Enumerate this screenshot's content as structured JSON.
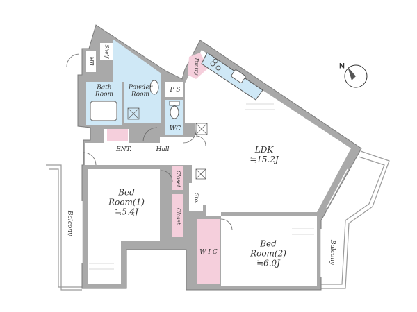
{
  "colors": {
    "wall": "#a9a9a9",
    "wall_edge": "#7b7b7b",
    "wet_area": "#cfe8f6",
    "storage": "#f5cfdc",
    "floor": "#ffffff",
    "balcony_line": "#9a9a9a"
  },
  "rooms": {
    "ldk": {
      "name": "LDK",
      "size": "≒15.2J"
    },
    "bed1": {
      "name1": "Bed",
      "name2": "Room(1)",
      "size": "≒5.4J"
    },
    "bed2": {
      "name1": "Bed",
      "name2": "Room(2)",
      "size": "≒6.0J"
    },
    "bath": {
      "name1": "Bath",
      "name2": "Room"
    },
    "powder": {
      "name1": "Powder",
      "name2": "Room"
    },
    "wc": "WC",
    "ps": "P S",
    "hall": "Hall",
    "ent": "ENT.",
    "wic": "W I C",
    "sto": "Sto.",
    "closet_top": "Closet",
    "closet_bottom": "Closet",
    "pantry": "Pantry",
    "shelf": "Shelf",
    "mb": "MB",
    "balcony_left": "Balcony",
    "balcony_right": "Balcony"
  },
  "compass": {
    "label": "N",
    "icon": "north-arrow-icon"
  }
}
